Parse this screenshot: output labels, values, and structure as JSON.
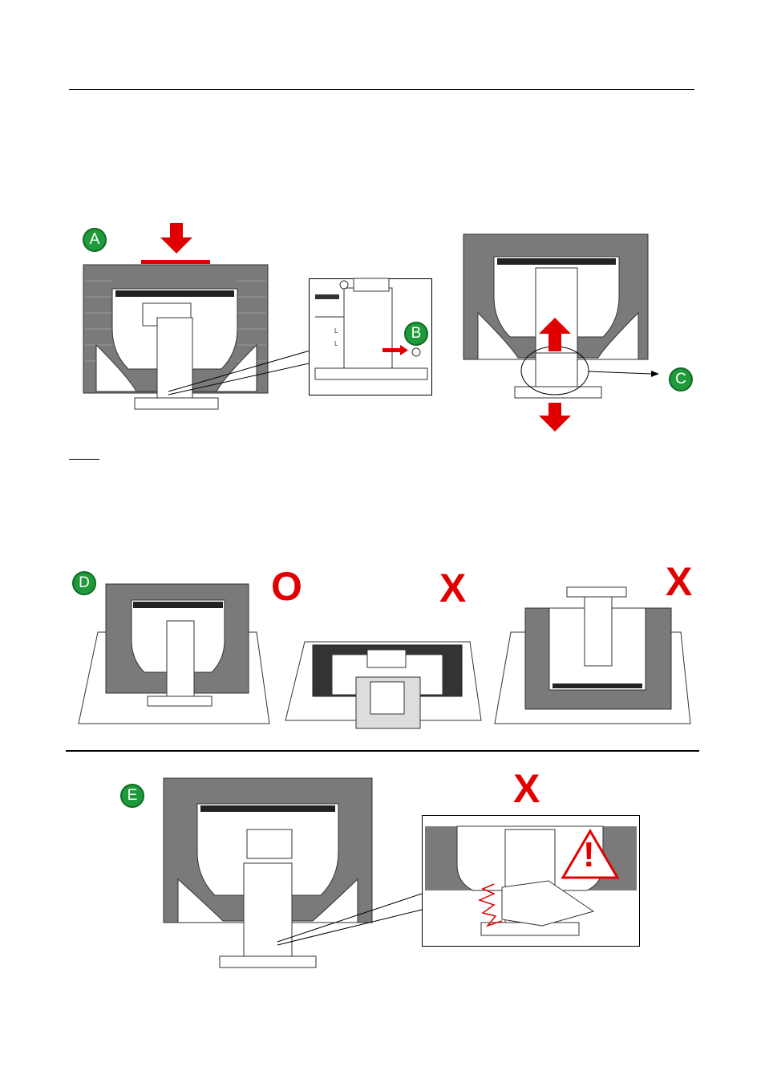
{
  "steps": {
    "a": {
      "label": "A"
    },
    "b": {
      "label": "B"
    },
    "c": {
      "label": "C"
    },
    "d": {
      "label": "D"
    },
    "e": {
      "label": "E"
    }
  },
  "marks": {
    "correct": "O",
    "wrong_1": "X",
    "wrong_2": "X",
    "wrong_3": "X"
  },
  "warning": {
    "symbol": "!"
  },
  "colors": {
    "accent_red": "#e10000",
    "badge_green": "#1f9a3a",
    "panel_gray": "#7a7a7a"
  },
  "icons": [
    "arrow-down-icon",
    "arrow-up-icon",
    "arrow-right-icon",
    "warning-triangle-icon",
    "pain-burst-icon"
  ]
}
